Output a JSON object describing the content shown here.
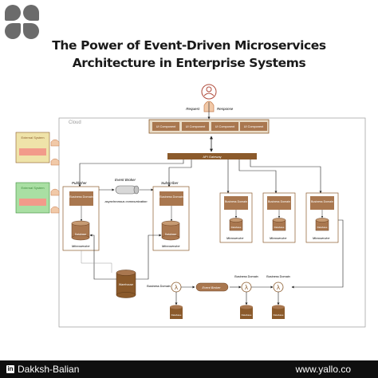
{
  "title_line1": "The Power of Event-Driven Microservices",
  "title_line2": "Architecture in Enterprise Systems",
  "user": {
    "request": "Request",
    "response": "Response"
  },
  "cloud_label": "Cloud",
  "ui_components": [
    "UI Component",
    "UI Component",
    "UI Component",
    "UI Component"
  ],
  "api_gateway": "API Gateway",
  "external_systems": [
    "External System",
    "External System"
  ],
  "publisher": {
    "label": "Publisher",
    "domain": "Business Domain",
    "database": "Database",
    "caption": "Microservice"
  },
  "subscriber": {
    "label": "Subscriber",
    "domain": "Business Domain",
    "database": "Database",
    "caption": "Microservice"
  },
  "event_broker": {
    "label": "Event Broker",
    "caption": "asynchronous communication"
  },
  "microservices": [
    {
      "domain": "Business Domain",
      "database": "Database",
      "caption": "Microservice"
    },
    {
      "domain": "Business Domain",
      "database": "Database",
      "caption": "Microservice"
    },
    {
      "domain": "Business Domain",
      "database": "Database",
      "caption": "Microservice"
    }
  ],
  "warehouse": "Warehouse",
  "bottom_flow": {
    "left_domain": "Business Domain",
    "broker": "Event Broker",
    "right_domains": [
      "Business Domain",
      "Business Domain"
    ],
    "databases": [
      "Database",
      "Database",
      "Database"
    ]
  },
  "footer": {
    "author": "Dakksh-Balian",
    "site": "www.yallo.co",
    "linkedin_glyph": "in"
  },
  "colors": {
    "brown": "#8b5a2b",
    "component_fill": "#a9774f",
    "tan_bg": "#e9dbc6",
    "external_1": "#efe3a9",
    "external_2": "#a9dfa3",
    "accent": "#f29a8a"
  },
  "icons": [
    "logo-icon",
    "user-icon",
    "hand-icon",
    "lambda-icon",
    "database-icon",
    "linkedin-icon"
  ]
}
